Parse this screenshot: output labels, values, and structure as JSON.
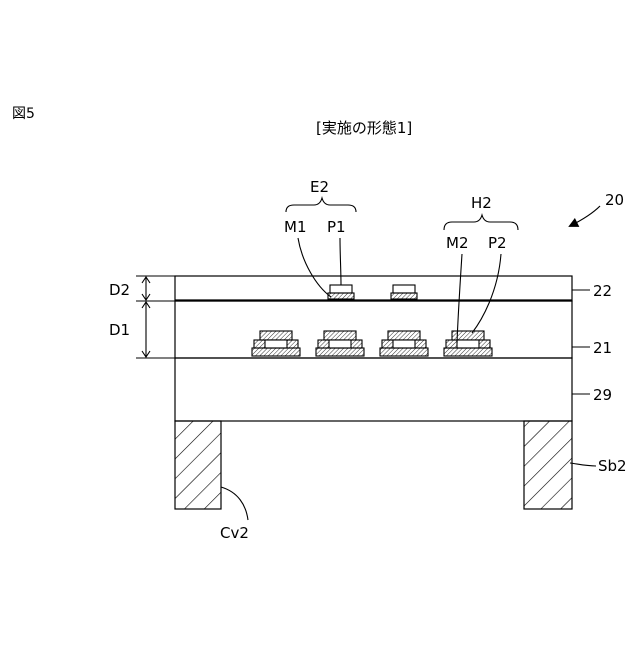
{
  "figure_label": "図5",
  "title": "[実施の形態1]",
  "device_ref": "20",
  "groups": {
    "e2": {
      "label": "E2",
      "m": "M1",
      "p": "P1"
    },
    "h2": {
      "label": "H2",
      "m": "M2",
      "p": "P2"
    }
  },
  "dimensions": {
    "d1": "D1",
    "d2": "D2"
  },
  "layers": {
    "top": "22",
    "middle": "21",
    "bottom": "29"
  },
  "supports": {
    "right": "Sb2",
    "left": "Cv2"
  }
}
